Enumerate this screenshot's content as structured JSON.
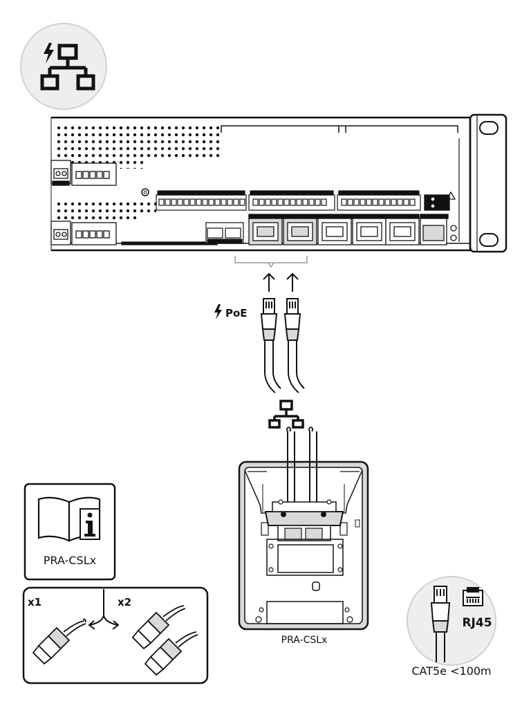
{
  "labels": {
    "poe": "PoE",
    "manual_model": "PRA-CSLx",
    "device_model": "PRA-CSLx",
    "qty_one": "x1",
    "qty_two": "x2",
    "connector_type": "RJ45",
    "cable_spec": "CAT5e <100m"
  },
  "icons": {
    "top": "poe-network-icon",
    "middle": "network-icon",
    "manual": "manual-info-icon",
    "connector": "rj45-plug-icon"
  },
  "colors": {
    "line": "#111111",
    "gray_fill": "#d9d9d9",
    "circle_fill": "#eeeeee",
    "circle_stroke": "#cccccc"
  }
}
